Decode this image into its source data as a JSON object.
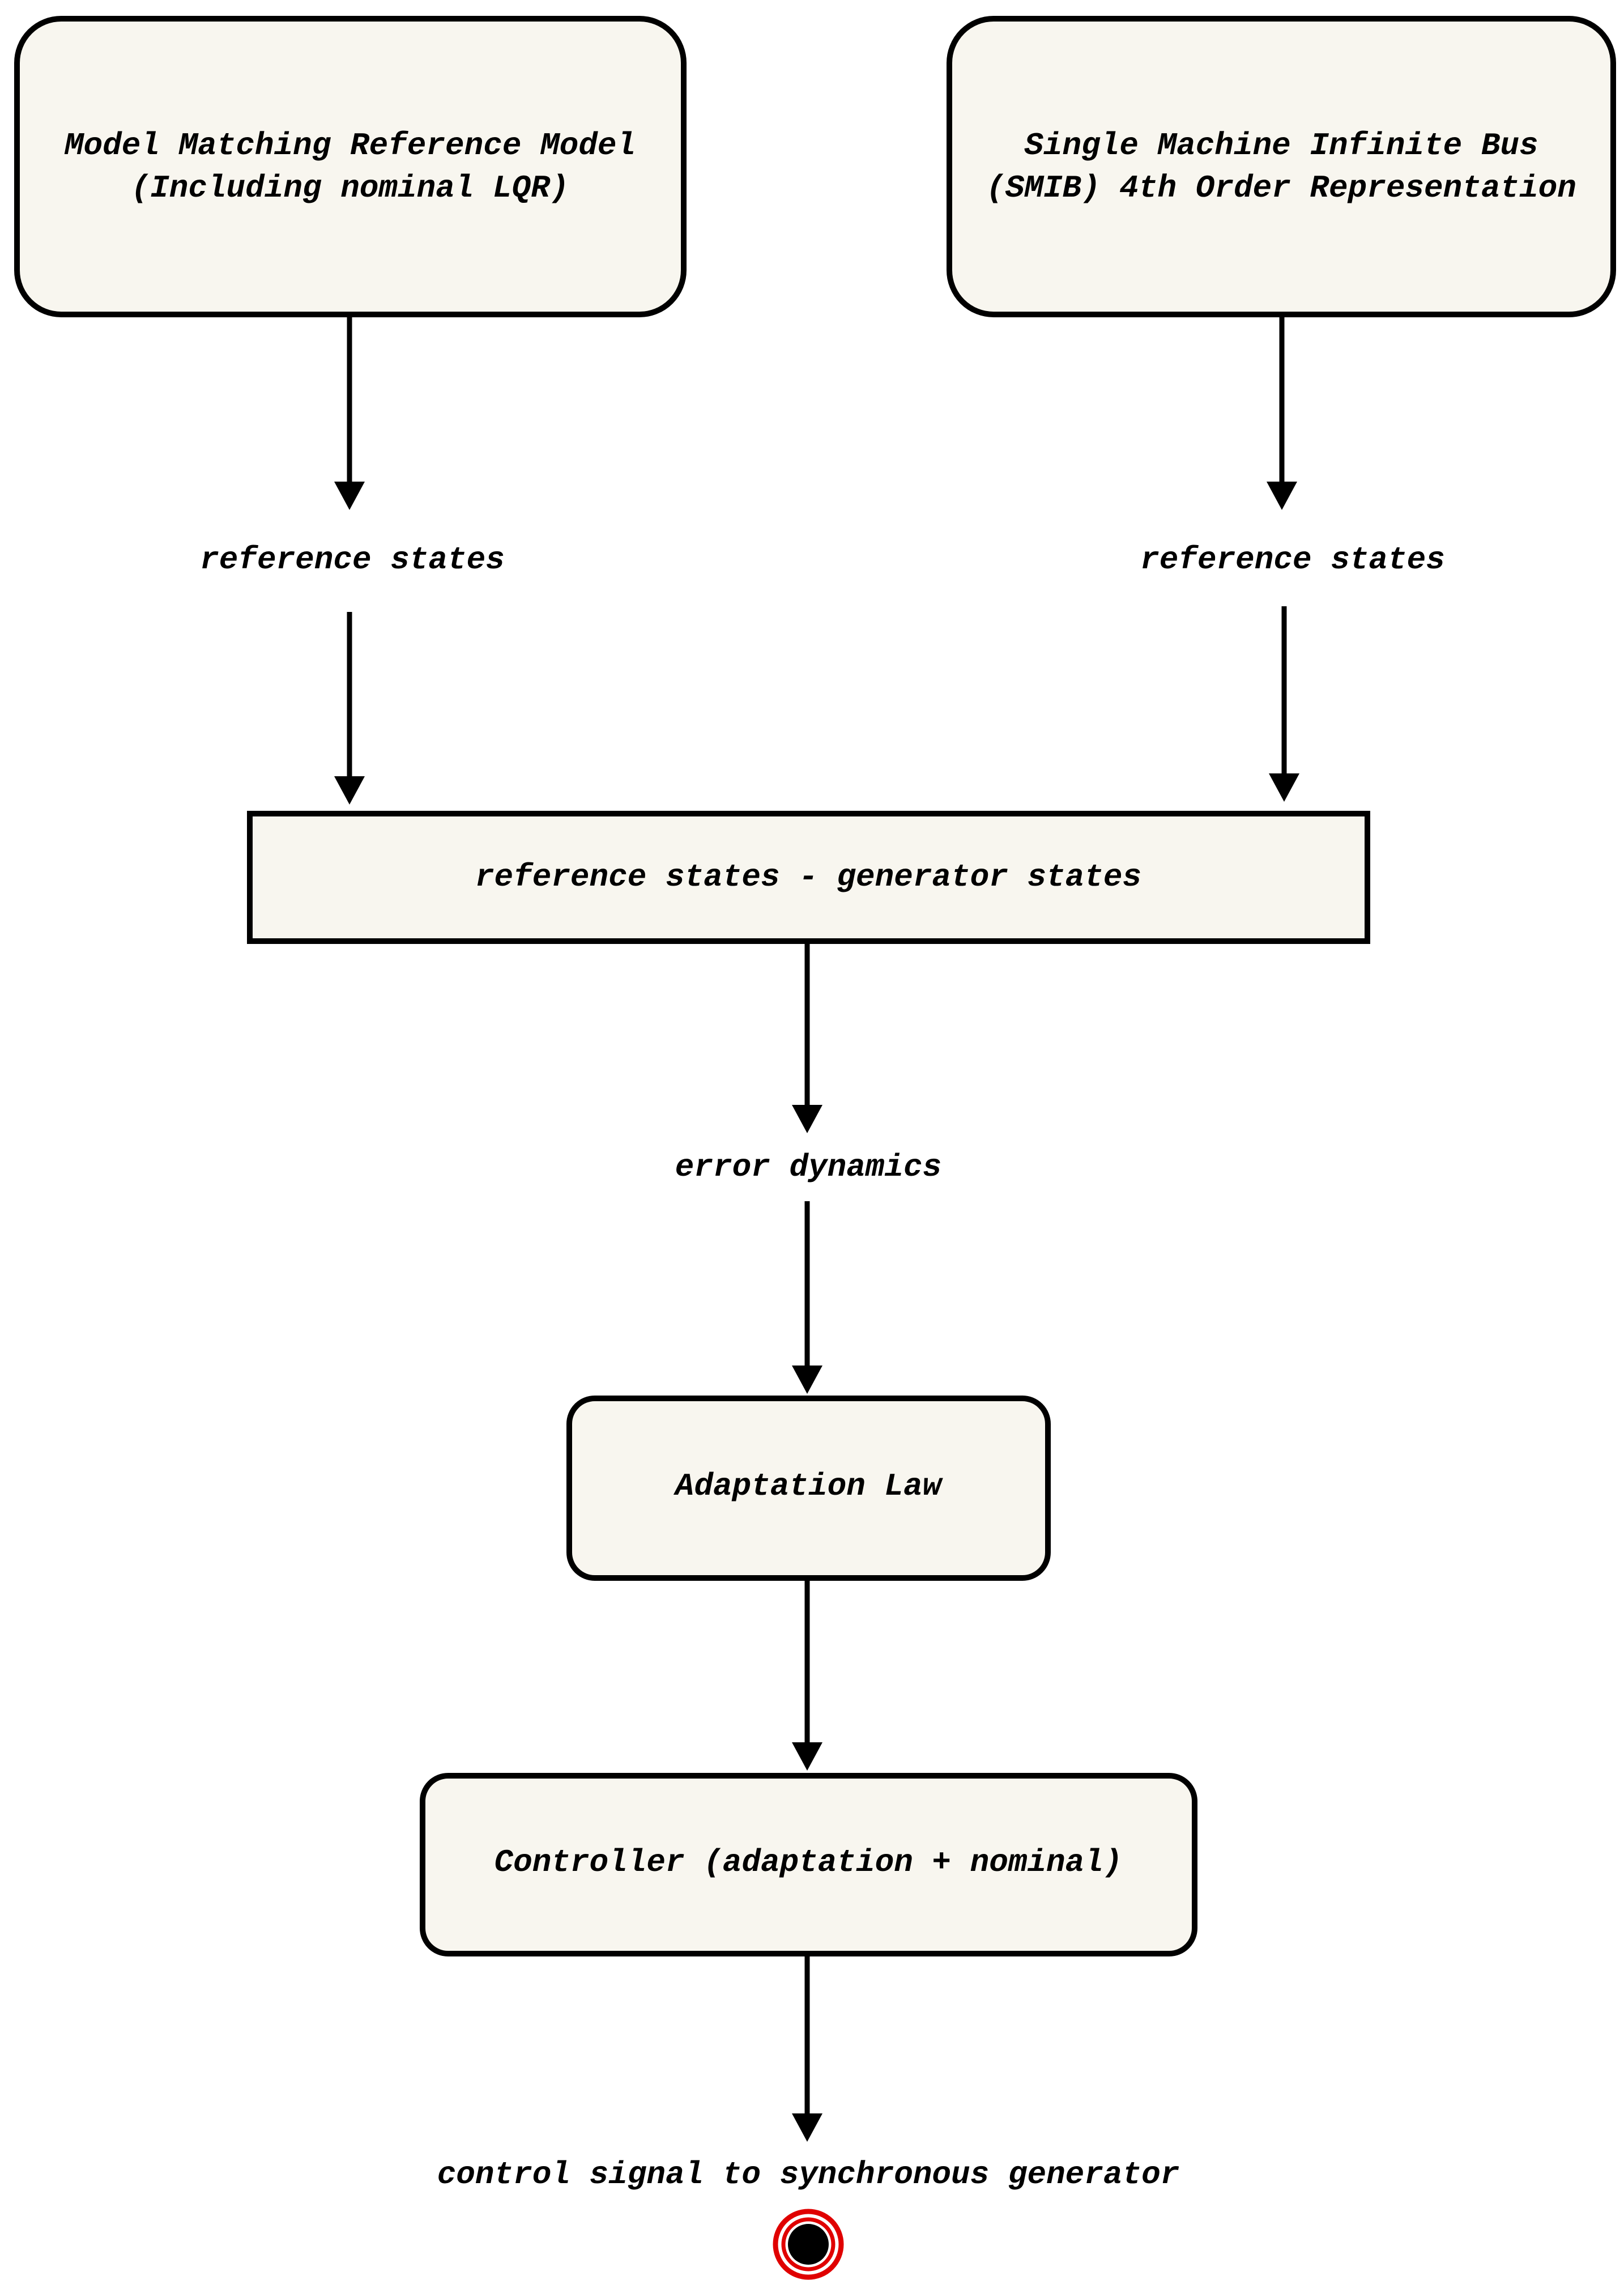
{
  "nodes": {
    "model_reference": {
      "lines": [
        "Model Matching Reference Model",
        "(Including nominal LQR)"
      ]
    },
    "smib": {
      "lines": [
        "Single Machine Infinite Bus",
        "(SMIB) 4th Order Representation"
      ]
    },
    "difference": {
      "lines": [
        "reference states - generator states"
      ]
    },
    "adaptation_law": {
      "lines": [
        "Adaptation Law"
      ]
    },
    "controller": {
      "lines": [
        "Controller (adaptation + nominal)"
      ]
    }
  },
  "labels": {
    "reference_states_left": "reference states",
    "reference_states_right": "reference states",
    "error_dynamics": "error dynamics",
    "control_signal": "control signal to synchronous generator"
  },
  "colors": {
    "node_fill": "#f8f6ef",
    "stroke": "#000000",
    "end_ring": "#e00000",
    "end_dot": "#000000"
  }
}
